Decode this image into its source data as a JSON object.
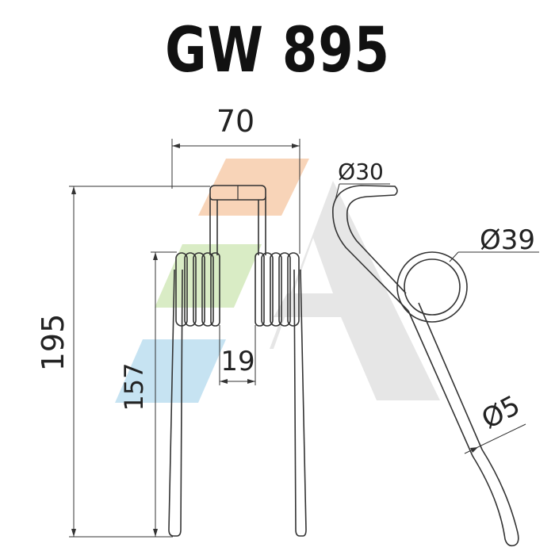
{
  "title": "GW 895",
  "dimensions": {
    "overall_width": "70",
    "overall_height": "195",
    "leg_length": "157",
    "inner_gap": "19",
    "hook_diameter": "Ø30",
    "coil_diameter": "Ø39",
    "wire_diameter": "Ø5"
  },
  "colors": {
    "line": "#333333",
    "watermark_orange": "#f6c9a6",
    "watermark_green": "#cfe7b7",
    "watermark_blue": "#b8dcef",
    "watermark_grey": "#e2e2e2"
  }
}
